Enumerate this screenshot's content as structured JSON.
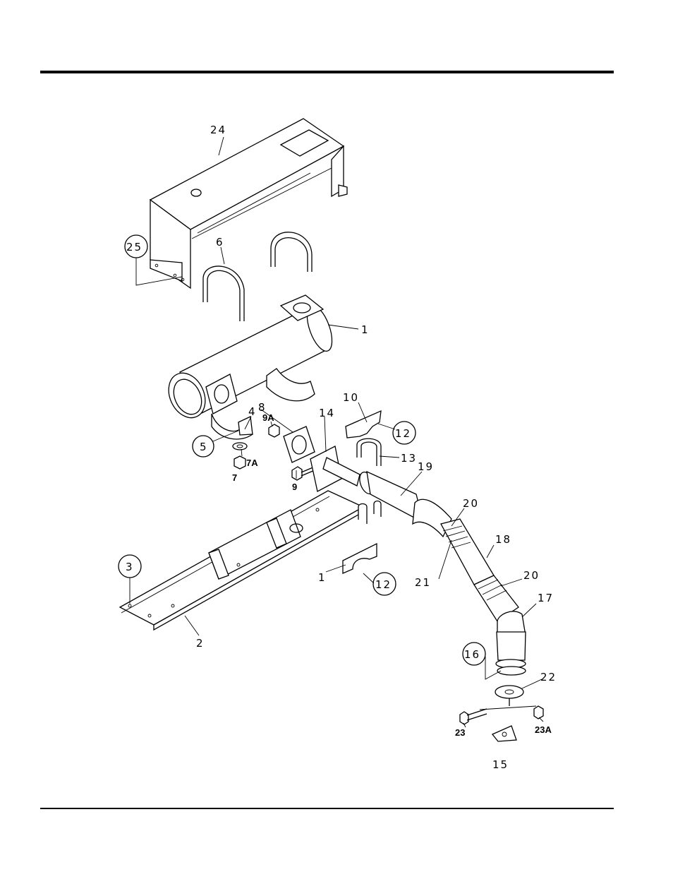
{
  "diagram": {
    "callouts": {
      "c1": "1",
      "c1b": "1",
      "c2": "2",
      "c3": "3",
      "c4": "4",
      "c5": "5",
      "c6": "6",
      "c7": "7",
      "c7a": "7A",
      "c8": "8",
      "c9": "9",
      "c9a": "9A",
      "c10": "10",
      "c12a": "12",
      "c12b": "12",
      "c13": "13",
      "c14": "14",
      "c15": "15",
      "c16": "16",
      "c17": "17",
      "c18": "18",
      "c19": "19",
      "c20a": "20",
      "c20b": "20",
      "c21": "21",
      "c22": "22",
      "c23": "23",
      "c23a": "23A",
      "c24": "24",
      "c25": "25"
    }
  }
}
